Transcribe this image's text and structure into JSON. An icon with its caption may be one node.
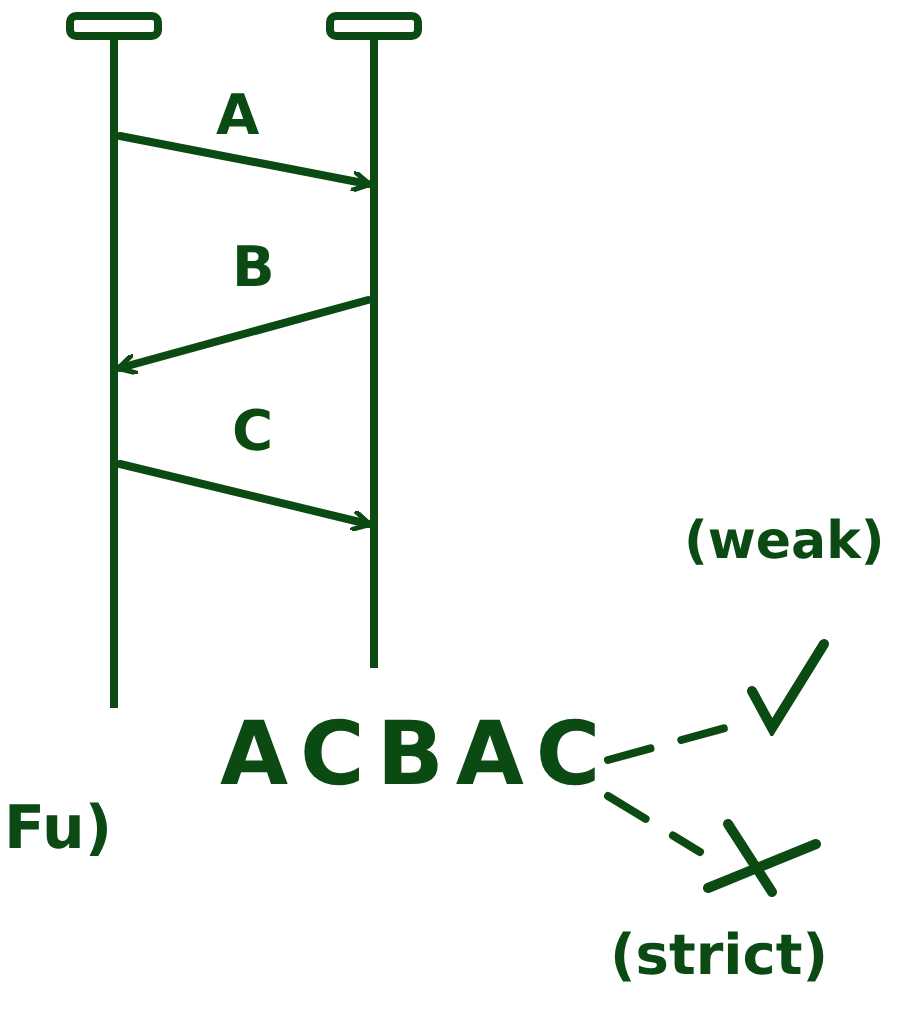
{
  "diagram": {
    "nodes": [
      {
        "text": [],
        "shape": "box"
      },
      {
        "text": [],
        "shape": "box"
      },
      {
        "text": [
          "ACBAC"
        ]
      },
      {
        "text": [],
        "shape": "check",
        "beside": [
          "(weak)"
        ]
      },
      {
        "text": [],
        "shape": "cross",
        "beside": [
          "(strict)"
        ]
      }
    ],
    "edges": [
      {
        "from": 0,
        "to": 1,
        "arrow": "to",
        "label": "A"
      },
      {
        "from": 1,
        "to": 0,
        "arrow": "to",
        "label": "B"
      },
      {
        "from": 0,
        "to": 1,
        "arrow": "to",
        "label": "C"
      },
      {
        "from": 2,
        "to": 3,
        "arrow": "none",
        "style": "dashed"
      },
      {
        "from": 2,
        "to": 4,
        "arrow": "none",
        "style": "dashed"
      }
    ],
    "labels": [
      "Fu)"
    ]
  }
}
